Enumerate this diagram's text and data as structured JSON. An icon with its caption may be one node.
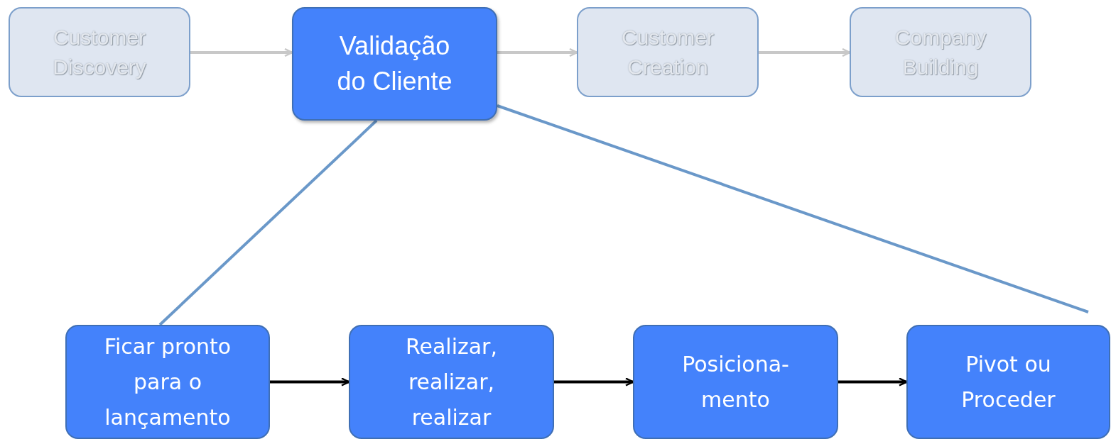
{
  "diagram": {
    "nodes": [
      {
        "text": [
          "Customer Discovery"
        ]
      },
      {
        "text": [
          "Validação do Cliente"
        ]
      },
      {
        "text": [
          "Customer Creation"
        ]
      },
      {
        "text": [
          "Company Building"
        ]
      },
      {
        "text": [
          "Ficar pronto para o lançamento"
        ]
      },
      {
        "text": [
          "Realizar, realizar, realizar"
        ]
      },
      {
        "text": [
          "Posiciona- mento"
        ]
      },
      {
        "text": [
          "Pivot ou Proceder"
        ]
      }
    ],
    "edges": [
      {
        "from": 0,
        "to": 1,
        "arrow": "to",
        "color": "#c8c8c8"
      },
      {
        "from": 1,
        "to": 2,
        "arrow": "to",
        "color": "#c8c8c8"
      },
      {
        "from": 2,
        "to": 3,
        "arrow": "to",
        "color": "#c8c8c8"
      },
      {
        "from": 1,
        "to": 4,
        "arrow": "none",
        "color": "#6a98c9"
      },
      {
        "from": 1,
        "to": 7,
        "arrow": "none",
        "color": "#6a98c9"
      },
      {
        "from": 4,
        "to": 5,
        "arrow": "to",
        "color": "#000000"
      },
      {
        "from": 5,
        "to": 6,
        "arrow": "to",
        "color": "#000000"
      },
      {
        "from": 6,
        "to": 7,
        "arrow": "to",
        "color": "#000000"
      }
    ]
  }
}
